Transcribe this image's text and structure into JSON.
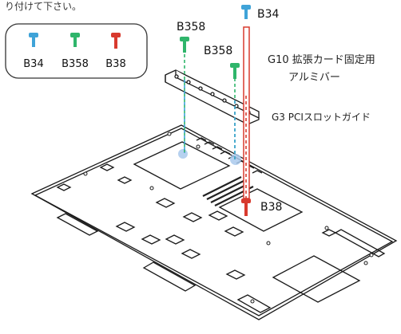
{
  "header_fragment": "り付けて下さい。",
  "legend": {
    "items": [
      {
        "label": "B34",
        "color": "#3fa3d8"
      },
      {
        "label": "B358",
        "color": "#2fb56b"
      },
      {
        "label": "B38",
        "color": "#d83a2e"
      }
    ]
  },
  "callouts": {
    "b34_top": "B34",
    "b358_left": "B358",
    "b358_right": "B358",
    "b38_bottom": "B38",
    "g10_line1": "G10 拡張カード固定用",
    "g10_line2": "アルミバー",
    "g3": "G3 PCIスロットガイド"
  },
  "colors": {
    "blue": "#3fa3d8",
    "green": "#2fb56b",
    "red": "#d83a2e",
    "outline": "#1a1a1a",
    "grid_dark": "#222222"
  }
}
